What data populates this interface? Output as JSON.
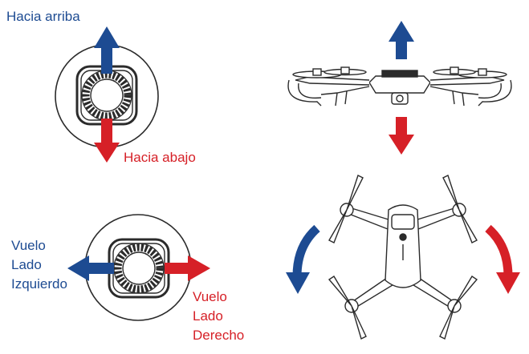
{
  "labels": {
    "up": "Hacia arriba",
    "down": "Hacia abajo",
    "left_1": "Vuelo",
    "left_2": "Lado",
    "left_3": "Izquierdo",
    "right_1": "Vuelo",
    "right_2": "Lado",
    "right_3": "Derecho"
  },
  "colors": {
    "blue_arrow": "#1d4b92",
    "red_arrow": "#d62027",
    "line": "#2b2b2b"
  },
  "icons": {
    "stick_top": "joystick-icon",
    "stick_bottom": "joystick-icon",
    "drone_side": "drone-side-view-icon",
    "drone_top": "drone-top-view-icon"
  }
}
